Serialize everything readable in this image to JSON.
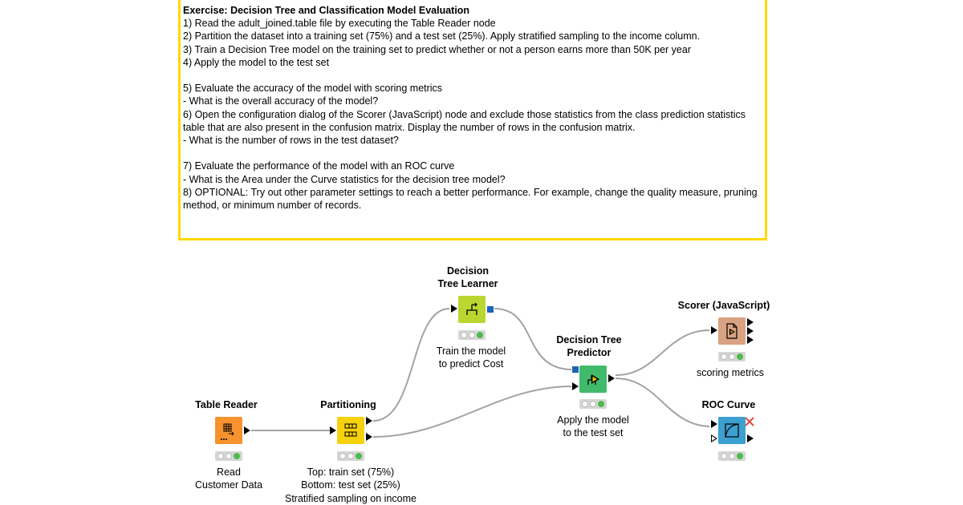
{
  "annotation": {
    "title": "Exercise: Decision Tree and Classification Model Evaluation",
    "body": "\n1) Read the adult_joined.table file by executing the Table Reader node\n2) Partition the dataset into a training set (75%) and a test set (25%). Apply stratified sampling to the income column.\n3) Train a Decision Tree model on the training set to predict whether or not a person earns more than 50K per year\n4) Apply the model to the test set\n\n5) Evaluate the accuracy of the model with scoring metrics\n- What is the overall accuracy of the model?\n6) Open the configuration dialog of the Scorer (JavaScript) node and exclude those statistics from the class prediction statistics table that are also present in the confusion matrix. Display the number of rows in the confusion matrix.\n- What is the number of rows in the test dataset?\n\n7) Evaluate the performance of the model with an ROC curve\n- What is the Area under the Curve statistics for the decision tree model?\n8) OPTIONAL: Try out other parameter settings to reach a better performance. For example, change the quality measure, pruning method, or minimum number of records."
  },
  "nodes": {
    "table_reader": {
      "title": "Table Reader",
      "label": "Read\nCustomer Data",
      "color": "#f7922e",
      "icon": "table-reader-icon"
    },
    "partitioning": {
      "title": "Partitioning",
      "label": "Top: train set (75%)\nBottom: test set (25%)\nStratified sampling on  income",
      "color": "#f5d10e",
      "icon": "partitioning-icon"
    },
    "dt_learner": {
      "title": "Decision\nTree Learner",
      "label": "Train the model\nto predict Cost",
      "color": "#bcd630",
      "icon": "tree-learner-icon"
    },
    "dt_predictor": {
      "title": "Decision Tree\nPredictor",
      "label": "Apply the model\nto the test set",
      "color": "#41bb6b",
      "icon": "tree-predictor-icon"
    },
    "scorer": {
      "title": "Scorer (JavaScript)",
      "label": "scoring metrics",
      "color": "#d9a282",
      "icon": "scorer-icon"
    },
    "roc": {
      "title": "ROC Curve",
      "label": "",
      "color": "#3d9fd0",
      "icon": "roc-curve-icon"
    }
  },
  "colors": {
    "annotation_border": "#ffd800",
    "wire": "#a3a3a3",
    "status_ok": "#4cbb4c",
    "model_port": "#1c64b4"
  }
}
